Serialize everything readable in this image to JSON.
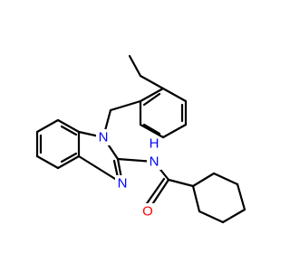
{
  "molecule": {
    "atoms": {
      "n1": {
        "symbol": "N",
        "color": "#0000ff"
      },
      "n2": {
        "symbol": "N",
        "color": "#0000ff"
      },
      "nh": {
        "symbol": "N",
        "hydrogen": "H",
        "color": "#0000ff"
      },
      "o": {
        "symbol": "O",
        "color": "#ff0000"
      }
    },
    "bond_color": "#000000"
  }
}
